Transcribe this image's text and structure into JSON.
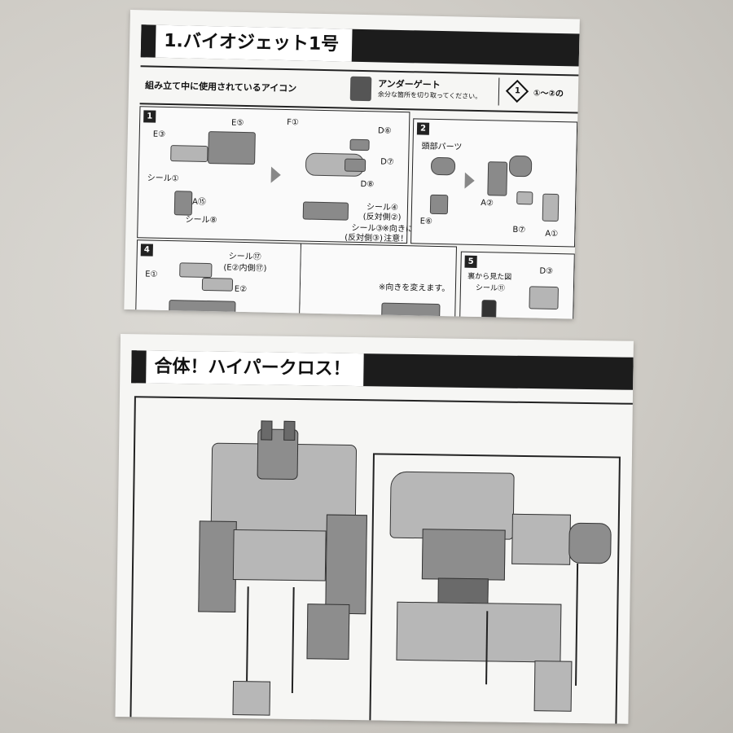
{
  "top_sheet": {
    "title": "1.バイオジェット1号",
    "icon_bar": {
      "label": "組み立て中に使用されているアイコン",
      "icon_name": "アンダーゲート",
      "icon_desc": "余分な箇所を切り取ってください。",
      "step_icon_number": "1",
      "step_icon_note": "①～②の"
    },
    "step1": {
      "number": "1",
      "labels": [
        "E③",
        "E⑤",
        "シール①",
        "A⑮",
        "シール⑧",
        "F①",
        "D⑥",
        "D⑦",
        "D⑧",
        "シール④",
        "(反対側②)",
        "シール③",
        "※向きに",
        "(反対側③)",
        "注意！"
      ]
    },
    "step2": {
      "number": "2",
      "labels": [
        "頭部パーツ",
        "E⑥",
        "A②",
        "B⑦",
        "A①"
      ]
    },
    "step4": {
      "number": "4",
      "labels": [
        "シール⑰",
        "(E②内側⑰)",
        "E①",
        "E②",
        "※向きを変えます。"
      ]
    },
    "step5": {
      "number": "5",
      "labels": [
        "裏から見た図",
        "シール⑪",
        "D③"
      ]
    }
  },
  "bottom_sheet": {
    "title": "合体！ハイパークロス！"
  }
}
